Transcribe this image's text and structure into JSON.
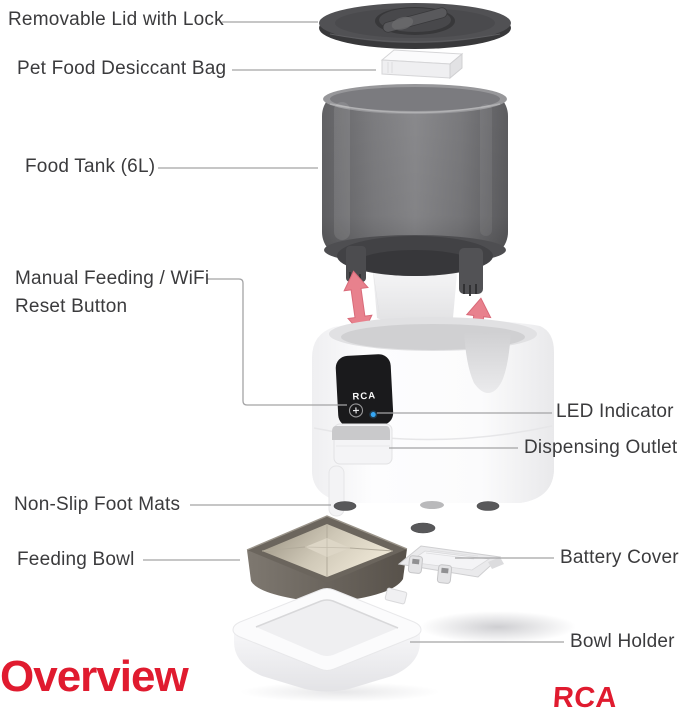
{
  "page": {
    "section_title": "Overview",
    "brand_logo": "RCA"
  },
  "device": {
    "panel_brand": "RCA"
  },
  "callouts": {
    "lid": "Removable Lid with Lock",
    "desiccant_bag": "Pet Food Desiccant Bag",
    "food_tank": "Food Tank (6L)",
    "manual_feed_line1": "Manual Feeding / WiFi",
    "manual_feed_line2": "Reset Button",
    "led_indicator": "LED Indicator",
    "dispensing_outlet": "Dispensing Outlet",
    "foot_mats": "Non-Slip Foot Mats",
    "feeding_bowl": "Feeding Bowl",
    "battery_cover": "Battery Cover",
    "bowl_holder": "Bowl Holder"
  },
  "colors": {
    "accent_red": "#e01b2f",
    "label_text": "#3b3b3d",
    "arrow_pink": "#e8818d",
    "led_blue": "#35a7f5",
    "callout_line": "#a3a3a5"
  }
}
